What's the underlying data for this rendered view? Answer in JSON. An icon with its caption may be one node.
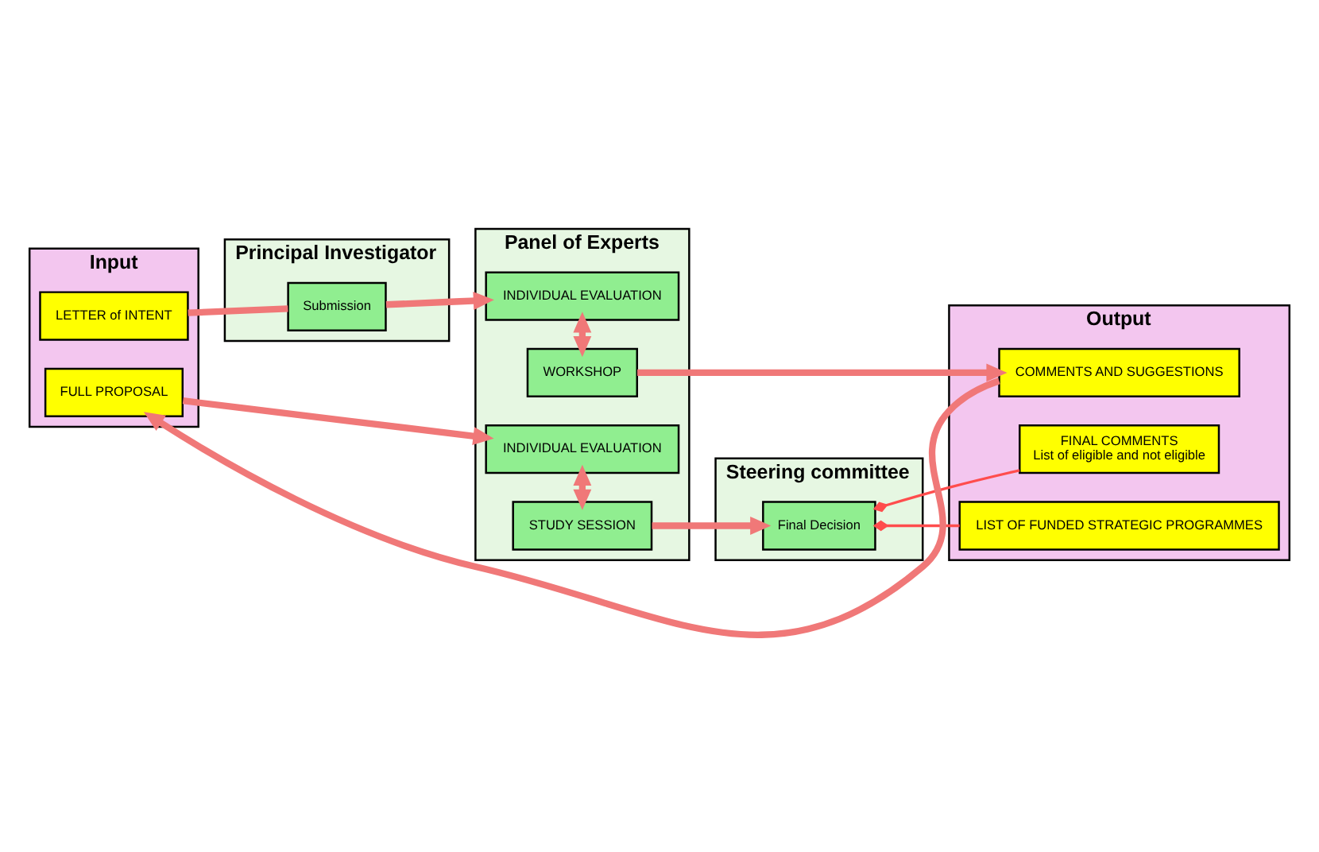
{
  "diagram": {
    "nodes": [
      {
        "text": [
          "Input"
        ]
      },
      {
        "text": [
          "Principal Investigator"
        ]
      },
      {
        "text": [
          "Panel of Experts"
        ]
      },
      {
        "text": [
          "Steering committee"
        ]
      },
      {
        "text": [
          "Output"
        ]
      },
      {
        "text": [
          "LETTER of INTENT"
        ],
        "in": 0
      },
      {
        "text": [
          "Submission"
        ],
        "in": 1
      },
      {
        "text": [
          "INDIVIDUAL EVALUATION"
        ],
        "in": 2
      },
      {
        "text": [
          "WORKSHOP"
        ],
        "in": 2
      },
      {
        "text": [
          "COMMENTS AND SUGGESTIONS"
        ],
        "in": 4
      },
      {
        "text": [
          "FULL PROPOSAL"
        ],
        "in": 0
      },
      {
        "text": [
          "INDIVIDUAL EVALUATION"
        ],
        "in": 2
      },
      {
        "text": [
          "STUDY SESSION"
        ],
        "in": 2
      },
      {
        "text": [
          "Final Decision"
        ],
        "in": 3
      },
      {
        "text": [
          "FINAL COMMENTS",
          "List of eligible and not eligible"
        ],
        "in": 4
      },
      {
        "text": [
          "LIST OF FUNDED STRATEGIC PROGRAMMES"
        ],
        "in": 4
      }
    ],
    "edges": [
      {
        "from": 5,
        "to": 6,
        "arrow": "none"
      },
      {
        "from": 6,
        "to": 7,
        "arrow": "to"
      },
      {
        "from": 7,
        "to": 8,
        "arrow": "both"
      },
      {
        "from": 8,
        "to": 9,
        "arrow": "to"
      },
      {
        "from": 9,
        "to": 10,
        "arrow": "to"
      },
      {
        "from": 10,
        "to": 11,
        "arrow": "to"
      },
      {
        "from": 11,
        "to": 12,
        "arrow": "both"
      },
      {
        "from": 12,
        "to": 13,
        "arrow": "to"
      },
      {
        "from": 13,
        "to": 14,
        "arrow": "other",
        "color": "#ff4d4d"
      },
      {
        "from": 13,
        "to": 15,
        "arrow": "other",
        "color": "#ff4d4d"
      }
    ]
  }
}
